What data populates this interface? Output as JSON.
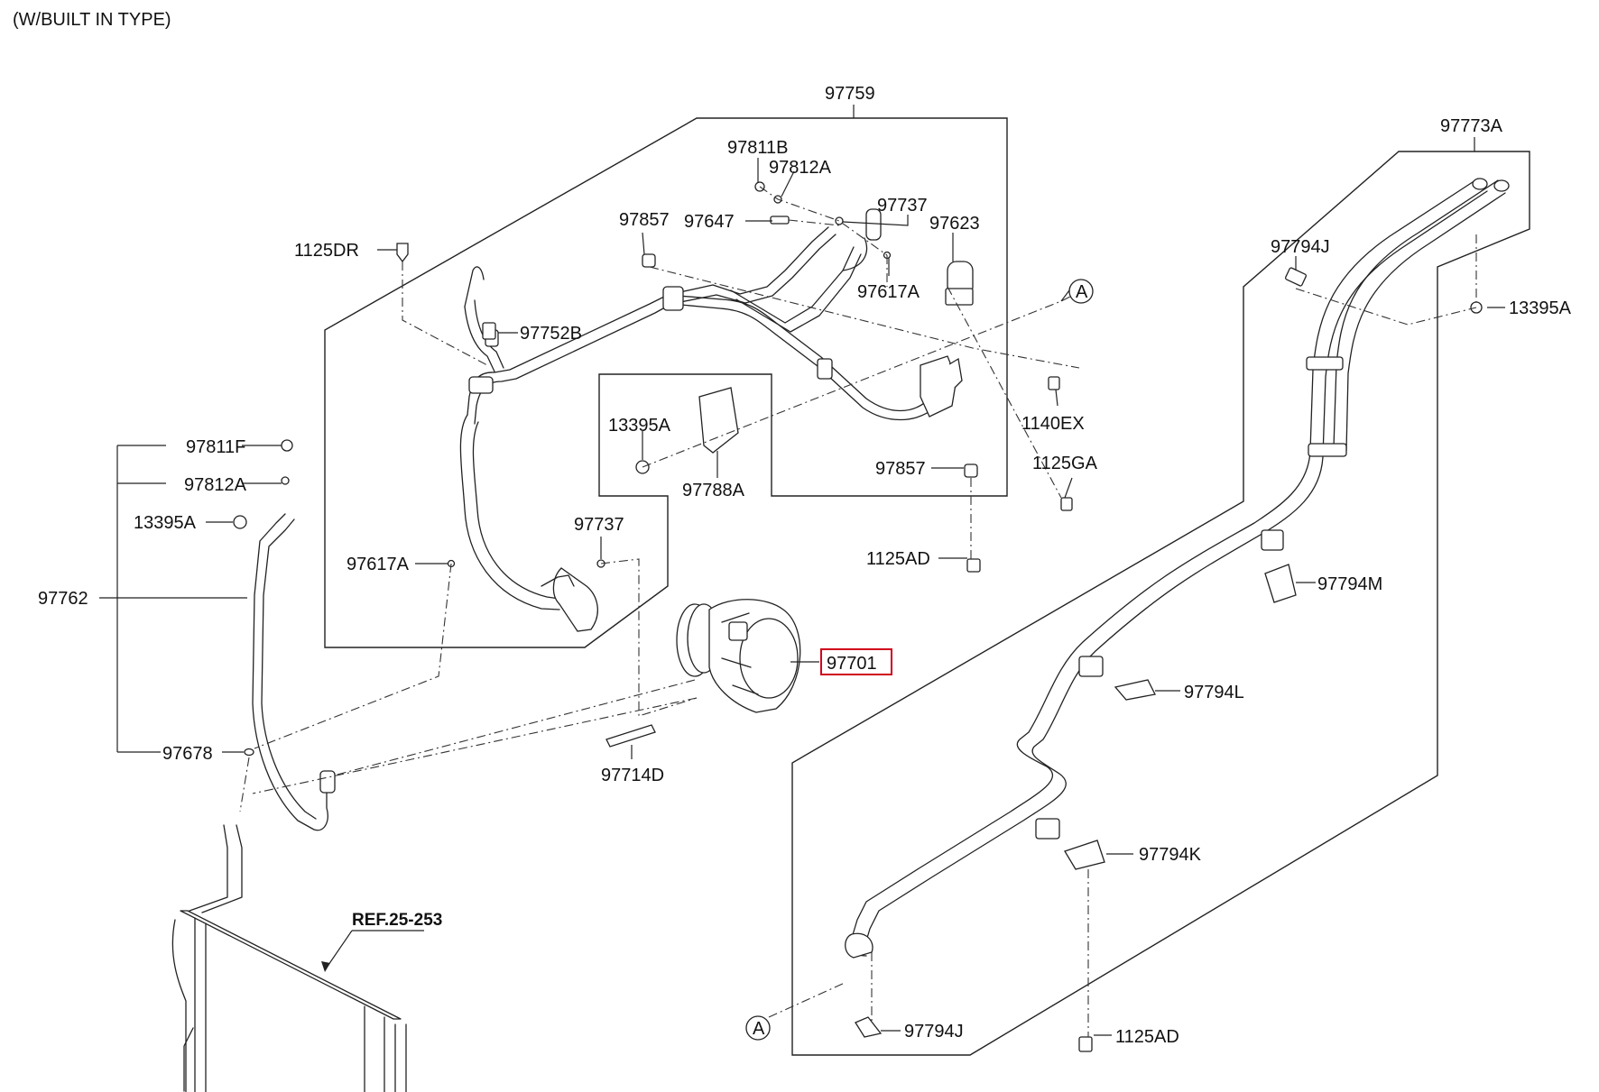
{
  "header": {
    "title": "(W/BUILT IN TYPE)"
  },
  "reference": {
    "label": "REF.25-253"
  },
  "highlight_color": "#d0021b",
  "labels": {
    "p97759": "97759",
    "p97811B": "97811B",
    "p97812A_top": "97812A",
    "p97737_top": "97737",
    "p97623": "97623",
    "p97857_top": "97857",
    "p97647": "97647",
    "p97617A_right": "97617A",
    "p1125DR": "1125DR",
    "p97752B": "97752B",
    "callout_A_top": "A",
    "p1140EX": "1140EX",
    "p13395A_mid": "13395A",
    "p97788A": "97788A",
    "p97857_mid": "97857",
    "p1125GA": "1125GA",
    "p1125AD_mid": "1125AD",
    "p97737_mid": "97737",
    "p97617A_left": "97617A",
    "p97811F": "97811F",
    "p97812A_left": "97812A",
    "p13395A_left": "13395A",
    "p97762": "97762",
    "p97678": "97678",
    "p97701": "97701",
    "p97714D": "97714D",
    "p97773A": "97773A",
    "p97794J_top": "97794J",
    "p13395A_right": "13395A",
    "p97794M": "97794M",
    "p97794L": "97794L",
    "p97794K": "97794K",
    "p97794J_bottom": "97794J",
    "p1125AD_bottom": "1125AD",
    "callout_A_bottom": "A"
  }
}
